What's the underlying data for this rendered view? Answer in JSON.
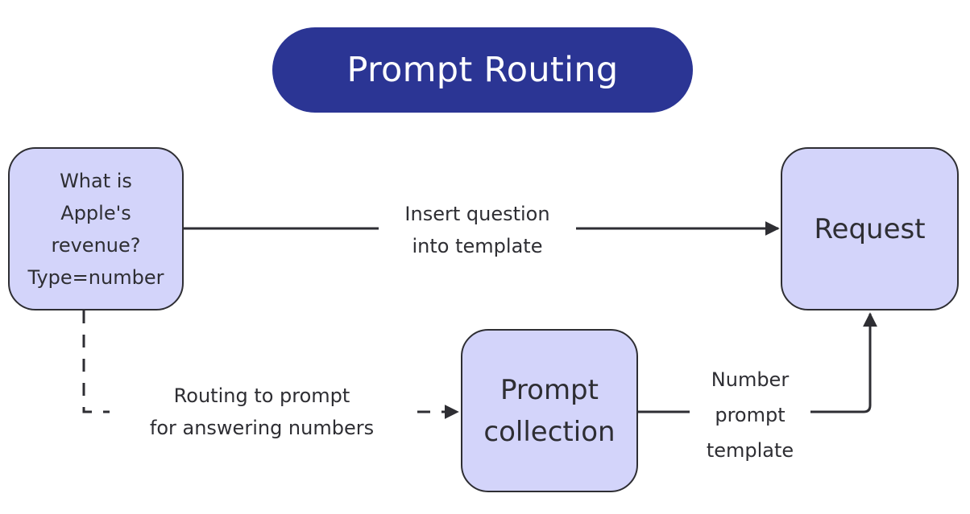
{
  "title": "Prompt Routing",
  "nodes": {
    "question": "What is\nApple's\nrevenue?\nType=number",
    "request": "Request",
    "prompt_collection": "Prompt\ncollection"
  },
  "edges": {
    "question_to_request": "Insert question\ninto template",
    "question_to_collection": "Routing to prompt\nfor answering numbers",
    "collection_to_request": "Number\nprompt\ntemplate"
  },
  "colors": {
    "title_background": "#2b3594",
    "title_text": "#ffffff",
    "node_fill": "#d3d4fa",
    "stroke": "#2e2e33"
  }
}
